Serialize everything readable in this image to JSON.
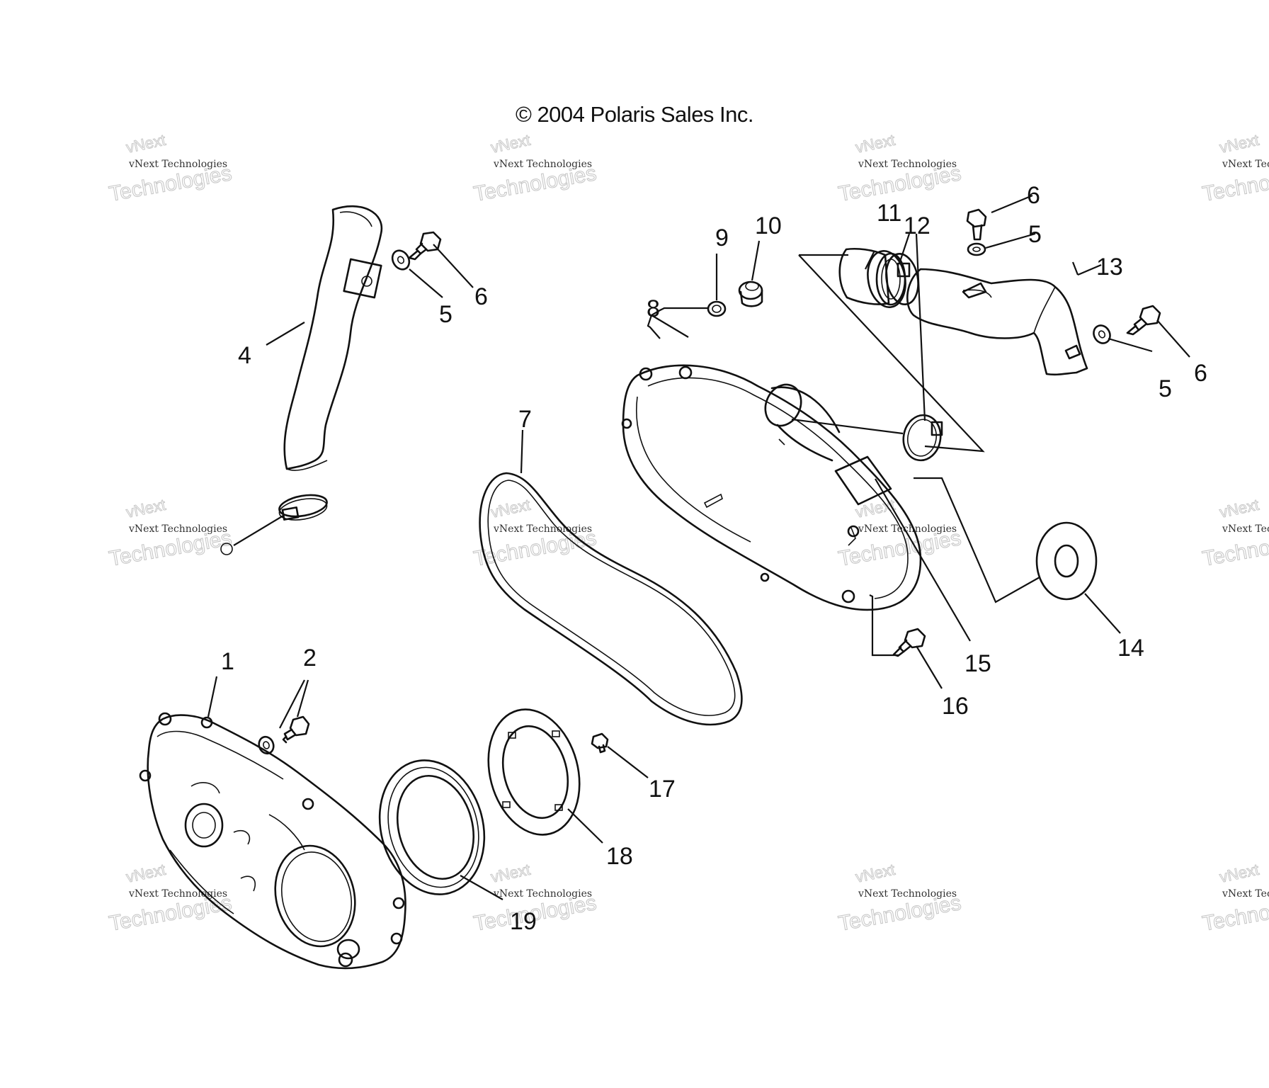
{
  "copyright": "© 2004 Polaris Sales Inc.",
  "watermark": {
    "small": "vNext Technologies",
    "large": "Technologies",
    "top": "vNext"
  },
  "callouts": [
    "1",
    "2",
    "4",
    "5",
    "6",
    "5",
    "6",
    "7",
    "8",
    "9",
    "10",
    "11",
    "12",
    "13",
    "5",
    "6",
    "14",
    "15",
    "16",
    "17",
    "18",
    "19"
  ]
}
